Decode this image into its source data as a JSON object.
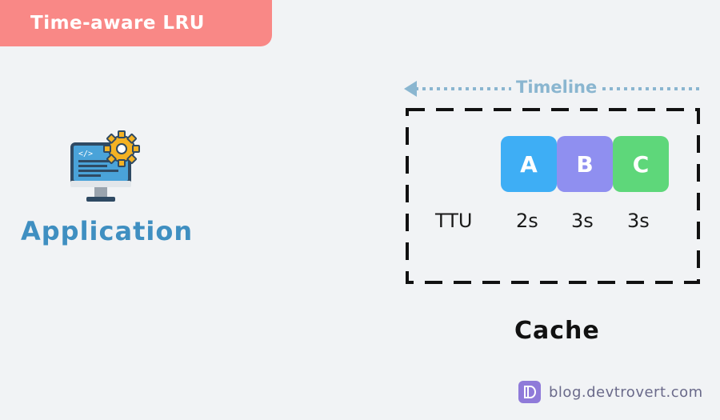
{
  "title": "Time-aware LRU",
  "application": {
    "label": "Application",
    "icon": "monitor-gear-icon"
  },
  "timeline": {
    "label": "Timeline",
    "direction": "left"
  },
  "cache": {
    "label": "Cache",
    "ttu_label": "TTU",
    "items": [
      {
        "key": "A",
        "ttu": "2s",
        "color": "#3eaef5"
      },
      {
        "key": "B",
        "ttu": "3s",
        "color": "#8f8ff0"
      },
      {
        "key": "C",
        "ttu": "3s",
        "color": "#5ed77a"
      }
    ]
  },
  "footer": {
    "text": "blog.devtrovert.com",
    "logo_color": "#8f7ad9"
  },
  "colors": {
    "title_bg": "#f98886",
    "app_label": "#3f8fc1",
    "timeline": "#8ab6d0"
  }
}
